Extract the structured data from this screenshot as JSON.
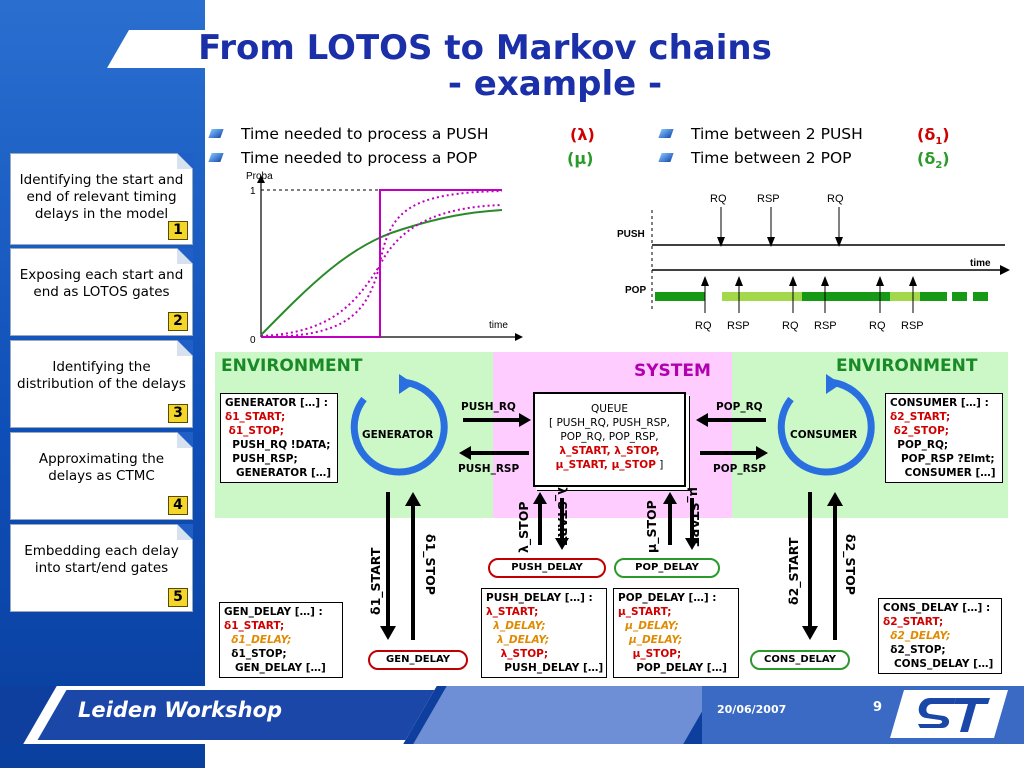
{
  "title_line1": "From LOTOS to Markov chains",
  "title_line2": "- example -",
  "steps": [
    {
      "text": "Identifying the start and end of relevant timing delays in the model",
      "num": "1"
    },
    {
      "text": "Exposing each start and end as LOTOS gates",
      "num": "2"
    },
    {
      "text": "Identifying the distribution of the delays",
      "num": "3"
    },
    {
      "text": "Approximating the delays as CTMC",
      "num": "4"
    },
    {
      "text": "Embedding each delay into start/end gates",
      "num": "5"
    }
  ],
  "bullets": [
    {
      "text": "Time needed to process a PUSH",
      "sym": "(λ)",
      "color": "#d00000"
    },
    {
      "text": "Time needed to process a POP",
      "sym": "(μ)",
      "color": "#2a9a2a"
    },
    {
      "text": "Time between 2 PUSH",
      "sym": "(δ",
      "sub": "1",
      "close": ")",
      "color": "#d00000"
    },
    {
      "text": "Time between 2 POP",
      "sym": "(δ",
      "sub": "2",
      "close": ")",
      "color": "#2a9a2a"
    }
  ],
  "graph": {
    "ylabel": "Proba",
    "y1": "1",
    "y0": "0",
    "xlabel": "time"
  },
  "timeline": {
    "push_label": "PUSH",
    "pop_label": "POP",
    "time_label": "time",
    "push_top": [
      "RQ",
      "RSP",
      "RQ"
    ],
    "pop_bottom": [
      "RQ",
      "RSP",
      "RQ",
      "RSP",
      "RQ",
      "RSP"
    ]
  },
  "environment_left": "ENVIRONMENT",
  "environment_right": "ENVIRONMENT",
  "system": "SYSTEM",
  "generator_label": "GENERATOR",
  "consumer_label": "CONSUMER",
  "generator_box": {
    "l1": "GENERATOR […] :",
    "l2": "δ1_START;",
    "l3": " δ1_STOP;",
    "l4": "  PUSH_RQ !DATA;",
    "l5": "  PUSH_RSP;",
    "l6": "   GENERATOR […]"
  },
  "consumer_box": {
    "l1": "CONSUMER […] :",
    "l2": "δ2_START;",
    "l3": " δ2_STOP;",
    "l4": "  POP_RQ;",
    "l5": "   POP_RSP ?Elmt;",
    "l6": "    CONSUMER […]"
  },
  "queue": {
    "l1": "QUEUE",
    "l2": "[ PUSH_RQ, PUSH_RSP,",
    "l3": "POP_RQ, POP_RSP,",
    "l4": "λ_START, λ_STOP,",
    "l5": "μ_START, μ_STOP",
    "l5b": " ]"
  },
  "gates": {
    "push_rq": "PUSH_RQ",
    "push_rsp": "PUSH_RSP",
    "pop_rq": "POP_RQ",
    "pop_rsp": "POP_RSP",
    "lambda_stop": "λ_STOP",
    "lambda_start": "λ_START",
    "mu_stop": "μ_STOP",
    "mu_start": "μ_START",
    "d1_start": "δ1_START",
    "d1_stop": "δ1_STOP",
    "d2_start": "δ2_START",
    "d2_stop": "δ2_STOP"
  },
  "pills": {
    "push_delay": "PUSH_DELAY",
    "pop_delay": "POP_DELAY",
    "gen_delay": "GEN_DELAY",
    "cons_delay": "CONS_DELAY"
  },
  "gen_delay_box": {
    "l1": "GEN_DELAY […] :",
    "l2": "δ1_START;",
    "l3": "  δ1_DELAY;",
    "l4": "  δ1_STOP;",
    "l5": "   GEN_DELAY […]"
  },
  "push_delay_box": {
    "l1": "PUSH_DELAY […] :",
    "l2": "λ_START;",
    "l3": "  λ_DELAY;",
    "l4": "   λ_DELAY;",
    "l5": "    λ_STOP;",
    "l6": "     PUSH_DELAY […]"
  },
  "pop_delay_box": {
    "l1": "POP_DELAY […] :",
    "l2": "μ_START;",
    "l3": "  μ_DELAY;",
    "l4": "   μ_DELAY;",
    "l5": "    μ_STOP;",
    "l6": "     POP_DELAY […]"
  },
  "cons_delay_box": {
    "l1": "CONS_DELAY […] :",
    "l2": "δ2_START;",
    "l3": "  δ2_DELAY;",
    "l4": "  δ2_STOP;",
    "l5": "   CONS_DELAY […]"
  },
  "footer": {
    "title": "Leiden Workshop",
    "date": "20/06/2007",
    "page": "9"
  },
  "colors": {
    "title": "#1a2fa8",
    "env": "#ccf8c8",
    "system": "#ffccff",
    "accent_red": "#d00000",
    "accent_green": "#2a9a2a"
  }
}
